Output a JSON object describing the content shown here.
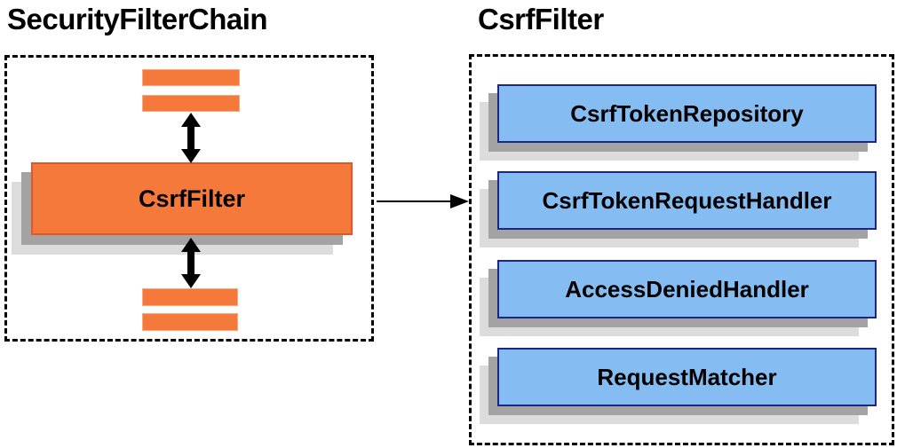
{
  "colors": {
    "orange_fill": "#F5793B",
    "orange_border": "#E2582B",
    "blue_fill": "#85BDF2",
    "blue_border": "#1B2688",
    "shadow_dark": "#A3A3A3",
    "shadow_light": "#DCDCDC",
    "line_black": "#000000"
  },
  "left_panel": {
    "title": "SecurityFilterChain",
    "filter_label": "CsrfFilter"
  },
  "right_panel": {
    "title": "CsrfFilter",
    "components": [
      {
        "label": "CsrfTokenRepository"
      },
      {
        "label": "CsrfTokenRequestHandler"
      },
      {
        "label": "AccessDeniedHandler"
      },
      {
        "label": "RequestMatcher"
      }
    ]
  }
}
